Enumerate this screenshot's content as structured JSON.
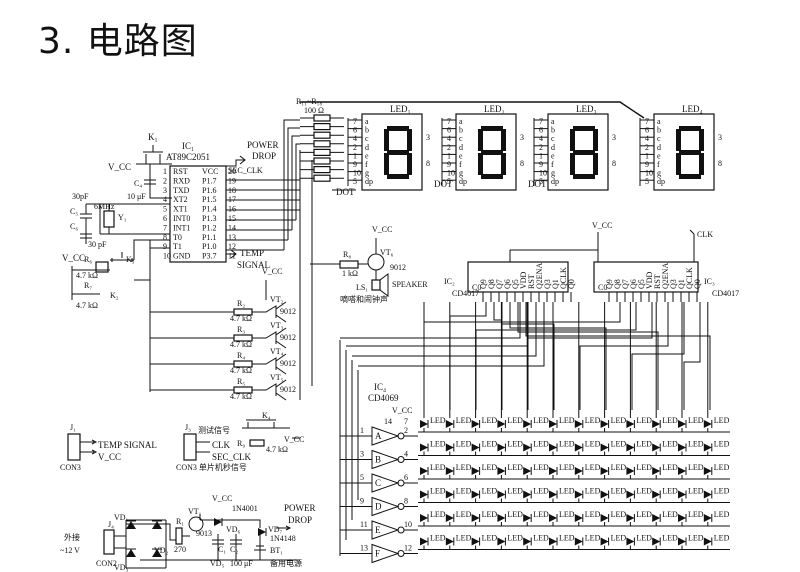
{
  "heading": "3. 电路图",
  "labels": {
    "ic1": "IC₁",
    "ic1_part": "AT89C2051",
    "ic1_pins_left": [
      "RST",
      "RXD",
      "TXD",
      "XT2",
      "XT1",
      "INT0",
      "INT1",
      "T0",
      "T1",
      "GND"
    ],
    "ic1_pins_right": [
      "VCC",
      "P1.7",
      "P1.6",
      "P1.5",
      "P1.4",
      "P1.3",
      "P1.2",
      "P1.1",
      "P1.0",
      "P3.7"
    ],
    "ic1_pinnums_left": [
      "1",
      "2",
      "3",
      "4",
      "5",
      "6",
      "7",
      "8",
      "9",
      "10"
    ],
    "ic1_pinnums_right": [
      "20",
      "19",
      "18",
      "17",
      "16",
      "15",
      "14",
      "13",
      "12",
      "11"
    ],
    "k1": "K₁",
    "vcc": "V_CC",
    "c4": "C₄",
    "c4_val": "10 μF",
    "cap30a": "30pF",
    "xtal": "6MHz",
    "y1": "Y₁",
    "c5": "C₅",
    "c6": "C₆",
    "cap30b": "30 pF",
    "r6": "R₆",
    "r6_val": "4.7 kΩ",
    "r7": "R₇",
    "r7_val": "4.7 kΩ",
    "k2": "K₂",
    "k3": "K₃",
    "power_drop": "POWER\nDROP",
    "sec_clk": "SEC_CLK",
    "temp_signal": "TEMP\nSIGNAL",
    "r11": "R₁₁~R₁₈",
    "r11_val": "100 Ω",
    "led_names": [
      "LED₁",
      "LED₂",
      "LED₃",
      "LED₄"
    ],
    "seg_pins": [
      "7",
      "6",
      "4",
      "2",
      "1",
      "9",
      "10",
      "5"
    ],
    "seg_letters": [
      "a",
      "b",
      "c",
      "d",
      "e",
      "f",
      "g",
      "dp"
    ],
    "dot": "DOT",
    "r8": "R₈",
    "r8_val": "1 kΩ",
    "vt6": "VT₆",
    "vt6_part": "9012",
    "ls1": "LS₁",
    "speaker": "SPEAKER",
    "speaker_cn": "嘀嗒和闹钟声",
    "ic2": "IC₂",
    "ic2_part": "CD4017",
    "ic3": "IC₃",
    "ic3_part": "CD4017",
    "clk": "CLK",
    "counter_pins": [
      "Q9",
      "Q8",
      "Q7",
      "Q6",
      "Q5",
      "VDD",
      "RST",
      "Q2ENA",
      "Q3",
      "Q1",
      "QCLK",
      "Q0"
    ],
    "r2": "R₂",
    "r3": "R₃",
    "r4": "R₄",
    "r5": "R₅",
    "r_val": "4.7 kΩ",
    "vt2": "VT₂",
    "vt3": "VT₃",
    "vt4": "VT₄",
    "vt5": "VT₅",
    "pnp": "9012",
    "ic4": "IC₄",
    "ic4_part": "CD4069",
    "inverters": [
      "A",
      "B",
      "C",
      "D",
      "E",
      "F"
    ],
    "inv_in": [
      "1",
      "3",
      "5",
      "9",
      "11",
      "13"
    ],
    "inv_out": [
      "2",
      "4",
      "6",
      "8",
      "10",
      "12"
    ],
    "j1": "J₁",
    "j1_pins": [
      "TEMP SIGNAL",
      "V_CC"
    ],
    "con3a": "CON3",
    "j3": "J₃",
    "test_signal": "测试信号",
    "k4": "K₄",
    "r9": "R₉",
    "r9_val": "4.7 kΩ",
    "j3_pins": [
      "CLK",
      "SEC_CLK"
    ],
    "con3b": "CON3 单片机秒信号",
    "ext": "外接",
    "ext_v": "~12 V",
    "j4": "J₄",
    "con2": "CON2",
    "vd1": "VD₁",
    "vd2": "VD₂",
    "vd3": "VD₃",
    "vd5": "VD₅",
    "vd6": "VD₆",
    "vd7": "VD₇",
    "r1": "R₁",
    "r1_val": "270",
    "vt1": "VT₁",
    "vt1_part": "9013",
    "in4001": "1N4001",
    "in4148": "1N4148",
    "bt1": "BT₁",
    "c1": "C₁",
    "c2": "C₂",
    "c2_val": "100 μF",
    "backup": "备用电源",
    "led_matrix_rows": 6,
    "led_matrix_cols": 12
  }
}
